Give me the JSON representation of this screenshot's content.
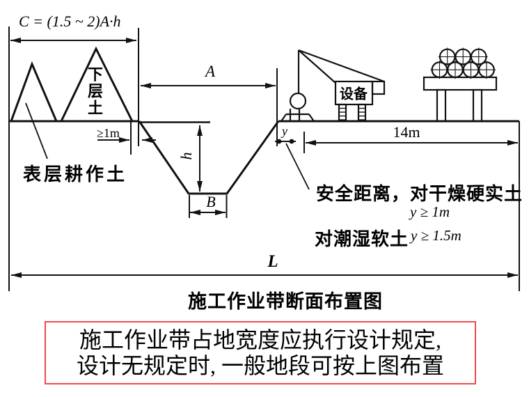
{
  "colors": {
    "line": "#111111",
    "text": "#000000",
    "note_border": "#ee4b4b",
    "background": "#ffffff"
  },
  "labels": {
    "formula_c": "C = (1.5 ~ 2)A·h",
    "lower_soil": "下层土",
    "surface_soil": "表层耕作土",
    "min_gap": "≥1m",
    "dim_a": "A",
    "dim_h": "h",
    "dim_b": "B",
    "dim_y": "y",
    "dim_14m": "14m",
    "dim_l": "L",
    "equipment": "设备",
    "safety_line1": "安全距离，对干燥硬实土",
    "safety_line1_value": "y ≥ 1m",
    "safety_line2_label": "对潮湿软土",
    "safety_line2_value": "y ≥ 1.5m",
    "caption": "施工作业带断面布置图"
  },
  "note_box": {
    "line1": "施工作业带占地宽度应执行设计规定,",
    "line2": "设计无规定时, 一般地段可按上图布置"
  }
}
